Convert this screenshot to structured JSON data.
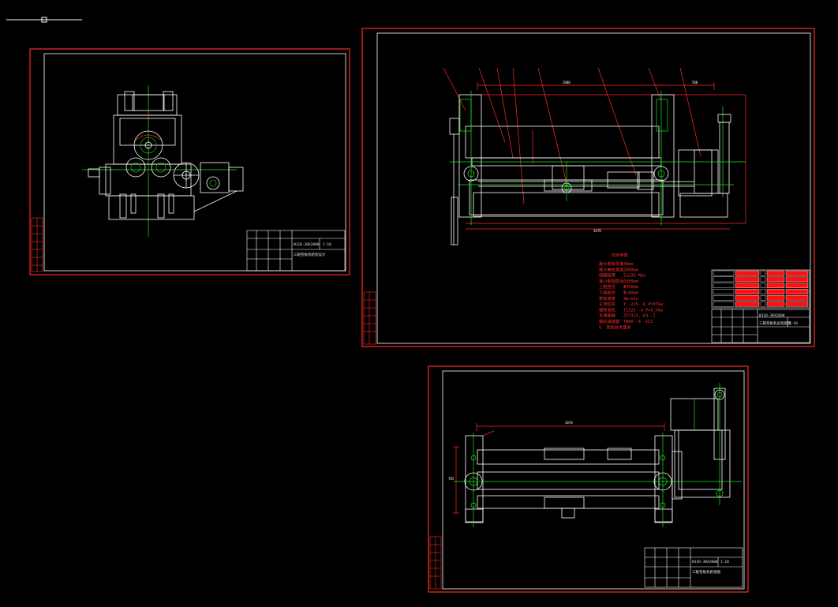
{
  "app": {
    "title": "",
    "background": "#000000",
    "colors": {
      "frame": "#ff2a2a",
      "geometry": "#ffffff",
      "centerline": "#19e619",
      "leader": "#ff2a2a",
      "table_fill": "#ff1010"
    }
  },
  "crosshair": {
    "icon": "ucs-cursor-icon"
  },
  "sheets": [
    {
      "id": "side-view",
      "title_block": {
        "drawing_no": "W11B-30X2000",
        "name": "三辊卷板机结构设计",
        "scale": "1:10"
      }
    },
    {
      "id": "front-view",
      "title_block": {
        "drawing_no": "W11B-30X2000",
        "name": "三辊卷板机总装配图",
        "scale": "1:10"
      },
      "tech_spec": {
        "heading": "技术参数",
        "rows": [
          [
            "最大卷板厚度",
            "30mm"
          ],
          [
            "最大卷板宽度",
            "2000mm"
          ],
          [
            "屈服极限",
            "Σ≤235  Mpa"
          ],
          [
            "最小卷圆直径",
            "Δ300mm"
          ],
          [
            "上辊直径",
            "Φ450mm"
          ],
          [
            "下辊直径",
            "Φ180mm"
          ],
          [
            "卷板速度",
            "4m/min"
          ],
          [
            "主电动机",
            "Y--225--6    P=37kw"
          ],
          [
            "辅助电机",
            "Y132S--4      P=5.5kw"
          ],
          [
            "主减速器",
            "ZSY315--63--I"
          ],
          [
            "蜗轮减速器",
            "TW60--6--III"
          ],
          [
            "8. 其他技术要求",
            ""
          ]
        ]
      }
    },
    {
      "id": "top-view",
      "title_block": {
        "drawing_no": "W11B-30X2000",
        "name": "三辊卷板机俯视图",
        "scale": "1:10"
      }
    }
  ]
}
